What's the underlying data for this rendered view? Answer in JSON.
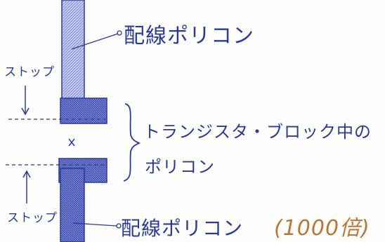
{
  "labels": {
    "wiring_poly_top": "配線ポリコン",
    "stop_top": "ストップ",
    "transistor_block_line1": "トランジスタ・ブロック中の",
    "transistor_block_line2": "ポリコン",
    "stop_bottom": "ストップ",
    "wiring_poly_bottom": "配線ポリコン",
    "scale": "(1000倍)"
  },
  "colors": {
    "ink": "#2a3a9a",
    "shade": "#5a6ac8",
    "scale_ink": "#b8783a"
  }
}
